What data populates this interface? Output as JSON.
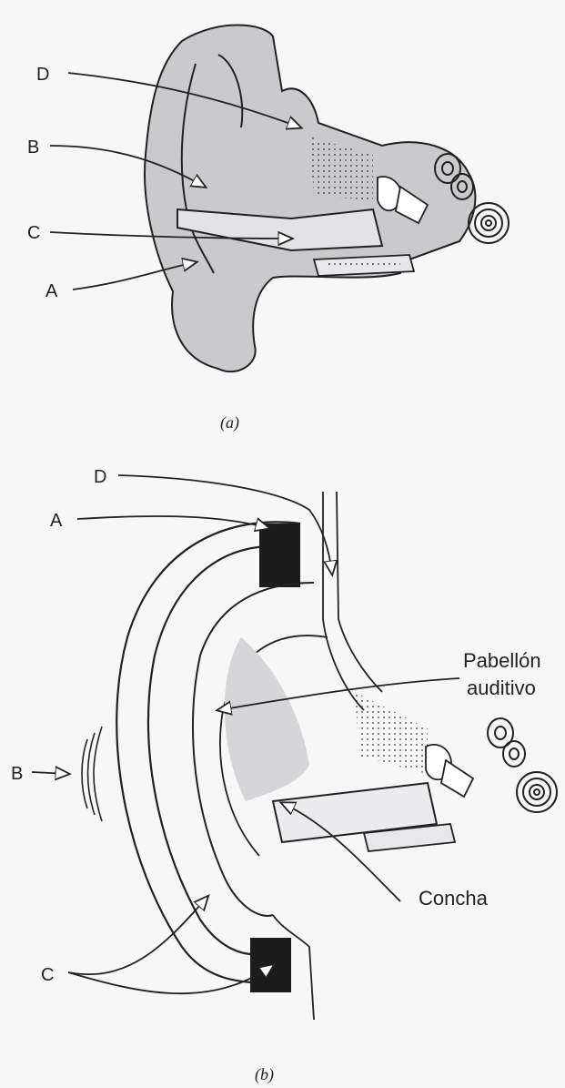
{
  "figure_a": {
    "caption": "(a)",
    "labels": {
      "d": "D",
      "b": "B",
      "c": "C",
      "a": "A"
    }
  },
  "figure_b": {
    "caption": "(b)",
    "labels": {
      "d": "D",
      "a": "A",
      "b": "B",
      "c": "C",
      "pinna_line1": "Pabellón",
      "pinna_line2": "auditivo",
      "concha": "Concha"
    }
  },
  "colors": {
    "ink": "#222222",
    "paper": "#f7f7f7",
    "shade": "#c8c8cc",
    "dark": "#1c1c1c"
  }
}
